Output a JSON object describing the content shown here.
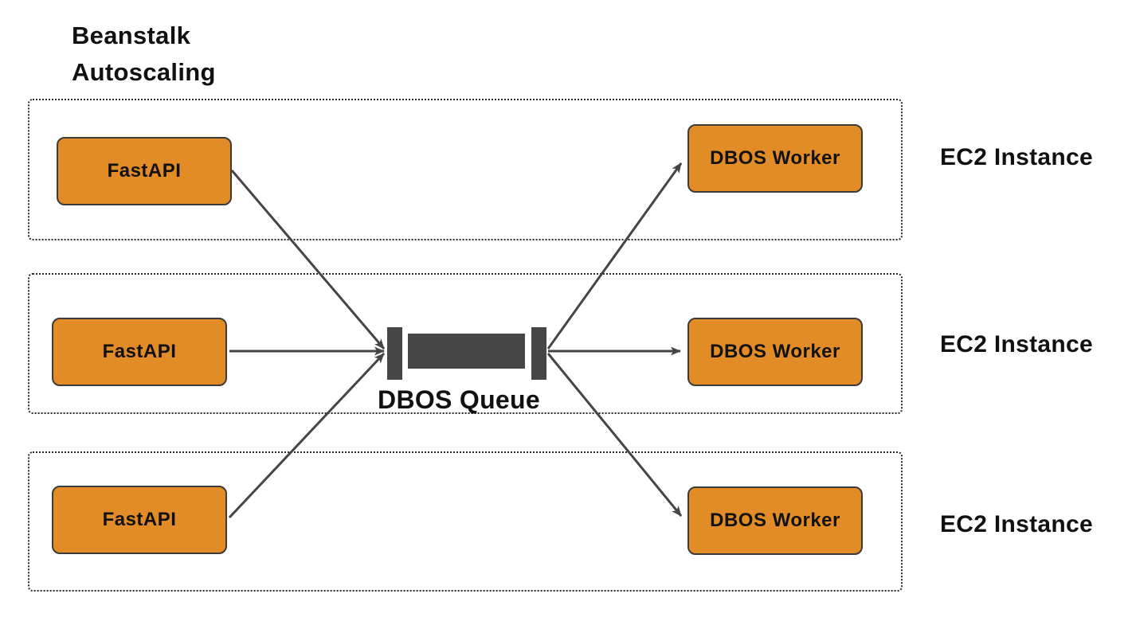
{
  "title": {
    "line1": "Beanstalk",
    "line2": "Autoscaling"
  },
  "queue": {
    "label": "DBOS Queue"
  },
  "rows": [
    {
      "fastapi": "FastAPI",
      "worker": "DBOS Worker",
      "instance": "EC2 Instance"
    },
    {
      "fastapi": "FastAPI",
      "worker": "DBOS Worker",
      "instance": "EC2 Instance"
    },
    {
      "fastapi": "FastAPI",
      "worker": "DBOS Worker",
      "instance": "EC2 Instance"
    }
  ],
  "colors": {
    "node_fill": "#E28C28",
    "node_border": "#3b3b3b",
    "arrow": "#454545",
    "queue_fill": "#464646",
    "text": "#111111",
    "dotted": "#2a2a2a"
  }
}
